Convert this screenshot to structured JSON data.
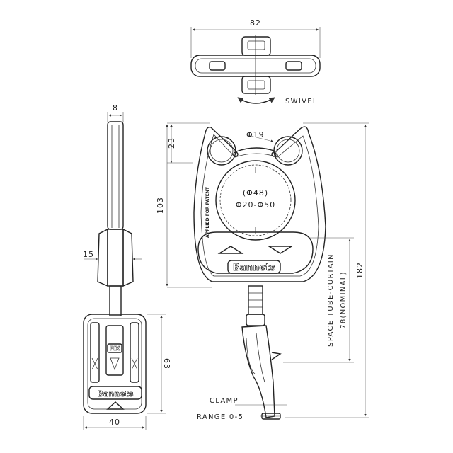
{
  "dimensions": {
    "top_width": "82",
    "side_thickness": "8",
    "hole_height": "23",
    "hole_diameter": "19",
    "inner_diameter": "(Φ48)",
    "clamp_diameter_range": "Φ20-Φ50",
    "body_height": "103",
    "neck_width": "15",
    "overall_height": "182",
    "clip_height": "63",
    "clip_width": "40",
    "space_tube_curtain": "SPACE TUBE-CURTAIN",
    "nominal": "78(NOMINAL)"
  },
  "labels": {
    "swivel": "SWIVEL",
    "clamp": "CLAMP",
    "range": "RANGE 0-5",
    "patent": "APPLIED FOR PATENT",
    "brand": "Bannets",
    "fix": "FIX"
  },
  "icons": {
    "swivel_arrow": "curved-double-arrow-icon",
    "slide_arrows": "triangle-arrow-icon"
  }
}
